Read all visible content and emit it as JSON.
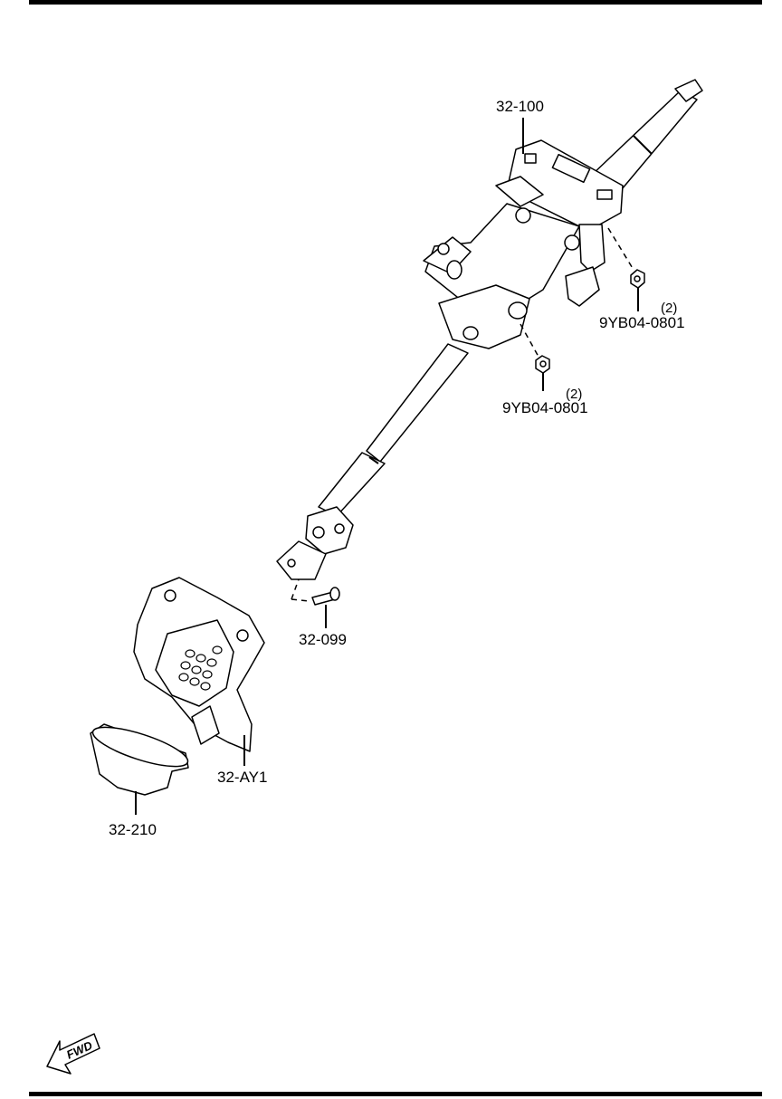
{
  "parts": [
    {
      "id": "steering-column",
      "number": "32-100"
    },
    {
      "id": "nut-upper",
      "number": "9YB04-0801",
      "qty": "(2)"
    },
    {
      "id": "nut-lower",
      "number": "9YB04-0801",
      "qty": "(2)"
    },
    {
      "id": "bolt",
      "number": "32-099"
    },
    {
      "id": "intermediate-shaft-assy",
      "number": "32-AY1"
    },
    {
      "id": "boot",
      "number": "32-210"
    }
  ],
  "fwd_indicator": {
    "text": "FWD"
  },
  "colors": {
    "line": "#000000",
    "background": "#ffffff"
  }
}
